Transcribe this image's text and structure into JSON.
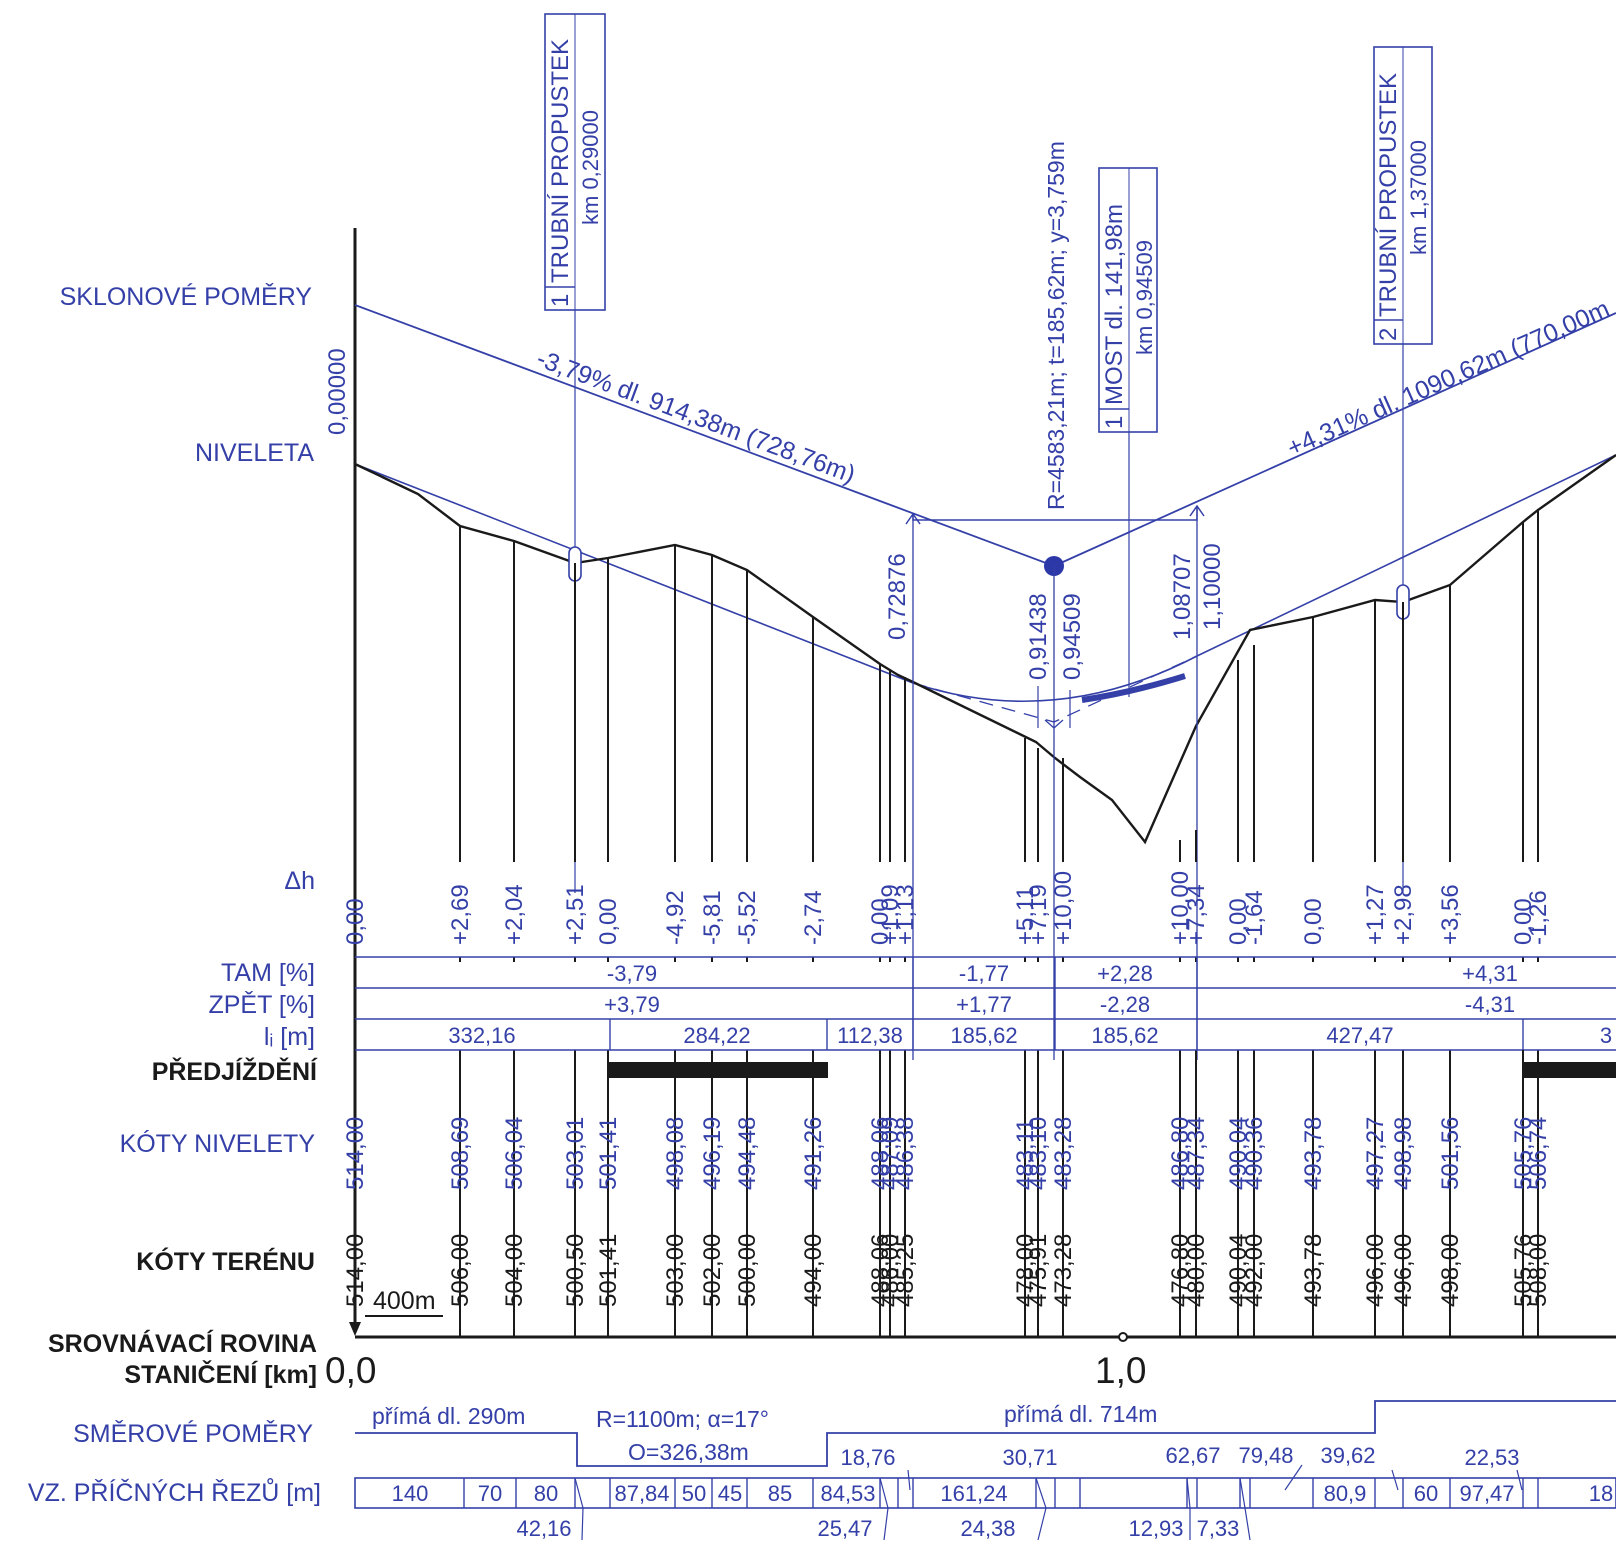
{
  "labels": {
    "sklonove": "SKLONOVÉ POMĚRY",
    "niveleta": "NIVELETA",
    "dh": "Δh",
    "tam": "TAM [%]",
    "zpet": "ZPĚT [%]",
    "li": "lᵢ [m]",
    "predjizdeni": "PŘEDJÍŽDĚNÍ",
    "koty_nivelety": "KÓTY NIVELETY",
    "koty_terenu": "KÓTY TERÉNU",
    "srovnavaci_1": "SROVNÁVACÍ ROVINA",
    "srovnavaci_2": "STANIČENÍ [km]",
    "smerove": "SMĚROVÉ POMĚRY",
    "vz_rezu": "VZ. PŘÍČNÝCH ŘEZŮ [m]"
  },
  "origin_value": "0,00000",
  "stationing": {
    "km0": "0,0",
    "km1": "1,0"
  },
  "datum": {
    "height": "400m"
  },
  "grade_lines": {
    "first": "-3,79% dl. 914,38m (728,76m)",
    "second": "+4,31% dl. 1090,62m (770,00m"
  },
  "curve": {
    "params": "R=4583,21m; t=185,62m; y=3,759m"
  },
  "objects": [
    {
      "num": "1",
      "name": "TRUBNÍ PROPUSTEK",
      "km": "km 0,29000"
    },
    {
      "num": "1",
      "name": "MOST dl. 141,98m",
      "km": "km 0,94509"
    },
    {
      "num": "2",
      "name": "TRUBNÍ PROPUSTEK",
      "km": "km 1,37000"
    }
  ],
  "point_stations": [
    "0,72876",
    "0,91438",
    "0,94509",
    "1,08707",
    "1,10000"
  ],
  "stations": [
    {
      "dh": "0,00",
      "niv": "514,00",
      "ter": "514,00"
    },
    {
      "dh": "+2,69",
      "niv": "508,69",
      "ter": "506,00"
    },
    {
      "dh": "+2,04",
      "niv": "506,04",
      "ter": "504,00"
    },
    {
      "dh": "+2,51",
      "niv": "503,01",
      "ter": "500,50"
    },
    {
      "dh": "0,00",
      "niv": "501,41",
      "ter": "501,41"
    },
    {
      "dh": "-4,92",
      "niv": "498,08",
      "ter": "503,00"
    },
    {
      "dh": "-5,81",
      "niv": "496,19",
      "ter": "502,00"
    },
    {
      "dh": "-5,52",
      "niv": "494,48",
      "ter": "500,00"
    },
    {
      "dh": "-2,74",
      "niv": "491,26",
      "ter": "494,00"
    },
    {
      "dh": "0,00",
      "niv": "488,06",
      "ter": "488,06"
    },
    {
      "dh": "+1,09",
      "niv": "487,09",
      "ter": "486,00"
    },
    {
      "dh": "+1,13",
      "niv": "486,38",
      "ter": "485,25"
    },
    {
      "dh": "+5,11",
      "niv": "483,11",
      "ter": "478,00"
    },
    {
      "dh": "+7,19",
      "niv": "483,10",
      "ter": "475,91"
    },
    {
      "dh": "+10,00",
      "niv": "483,28",
      "ter": "473,28"
    },
    {
      "dh": "+10,00",
      "niv": "486,80",
      "ter": "476,80"
    },
    {
      "dh": "+7,34",
      "niv": "487,34",
      "ter": "480,00"
    },
    {
      "dh": "0,00",
      "niv": "490,04",
      "ter": "490,04"
    },
    {
      "dh": "-1,64",
      "niv": "490,36",
      "ter": "492,00"
    },
    {
      "dh": "0,00",
      "niv": "493,78",
      "ter": "493,78"
    },
    {
      "dh": "+1,27",
      "niv": "497,27",
      "ter": "496,00"
    },
    {
      "dh": "+2,98",
      "niv": "498,98",
      "ter": "496,00"
    },
    {
      "dh": "+3,56",
      "niv": "501,56",
      "ter": "498,00"
    },
    {
      "dh": "0,00",
      "niv": "505,76",
      "ter": "505,76"
    },
    {
      "dh": "-1,26",
      "niv": "506,74",
      "ter": "508,00"
    }
  ],
  "tam": [
    "-3,79",
    "-1,77",
    "+2,28",
    "+4,31"
  ],
  "zpet": [
    "+3,79",
    "+1,77",
    "-2,28",
    "-4,31"
  ],
  "li": [
    "332,16",
    "284,22",
    "112,38",
    "185,62",
    "185,62",
    "427,47",
    "3"
  ],
  "smerove": {
    "prima1": "přímá dl. 290m",
    "oblouk1": "R=1100m; α=17°",
    "oblouk2": "O=326,38m",
    "prima2": "přímá dl. 714m"
  },
  "rezy_upper": [
    "18,76",
    "30,71",
    "62,67",
    "79,48",
    "39,62",
    "22,53"
  ],
  "rezy_mid": [
    "140",
    "70",
    "80",
    "87,84",
    "50",
    "45",
    "85",
    "84,53",
    "161,24",
    "80,9",
    "60",
    "97,47",
    "18"
  ],
  "rezy_lower": [
    "42,16",
    "25,47",
    "24,38",
    "12,93",
    "7,33"
  ]
}
